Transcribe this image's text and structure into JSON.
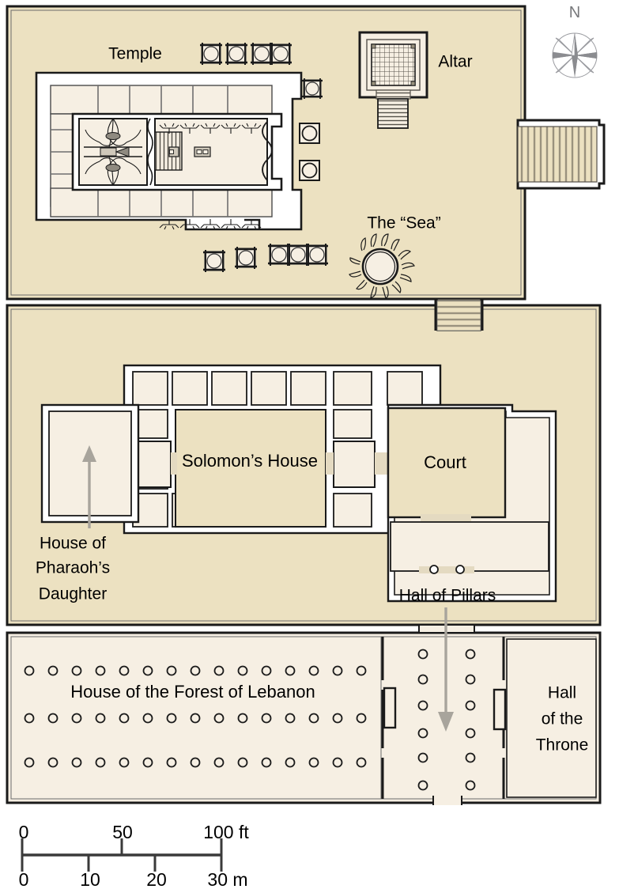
{
  "figure": {
    "kind": "architectural-floor-plan",
    "subject": "Temple and Palace complex of Solomon"
  },
  "colors": {
    "courtyard_fill": "#ECE1C1",
    "room_fill": "#F6EFE3",
    "wall_stroke": "#1a1a1a",
    "wall_fill": "#ffffff",
    "page_background": "#ffffff",
    "arrow_gray": "#a8a49c",
    "compass_gray": "#77787b",
    "stair_stripe": "#9a927e"
  },
  "labels": {
    "temple": "Temple",
    "altar": "Altar",
    "sea": "The “Sea”",
    "solomons_house": "Solomon’s House",
    "court": "Court",
    "house_of_pharaohs_daughter_line1": "House of",
    "house_of_pharaohs_daughter_line2": "Pharaoh’s",
    "house_of_pharaohs_daughter_line3": "Daughter",
    "hall_of_pillars": "Hall of Pillars",
    "house_of_forest_of_lebanon": "House of the Forest of Lebanon",
    "hall_of_throne_line1": "Hall",
    "hall_of_throne_line2": "of the",
    "hall_of_throne_line3": "Throne"
  },
  "compass": {
    "north_letter": "N"
  },
  "scale_bar": {
    "feet": {
      "unit": "ft",
      "ticks": [
        "0",
        "50",
        "100 ft"
      ],
      "tick_values": [
        0,
        50,
        100
      ]
    },
    "meters": {
      "unit": "m",
      "ticks": [
        "0",
        "10",
        "20",
        "30 m"
      ],
      "tick_values": [
        0,
        10,
        20,
        30
      ]
    }
  },
  "features": {
    "laver_stand_count_top_row": 4,
    "laver_stand_count_right_column": 3,
    "laver_stand_count_bottom_left": 2,
    "laver_stand_count_bottom_group": 3,
    "forest_pillar_rows": 3,
    "forest_pillars_per_row": 15,
    "hall_of_pillars_dot_rows": 6,
    "hall_of_pillars_dot_columns": 2,
    "porch_pillar_count": 2
  }
}
